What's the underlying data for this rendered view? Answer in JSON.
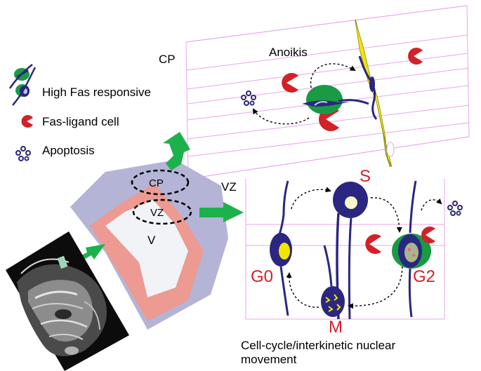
{
  "legend": {
    "high_fas": "High Fas responsive",
    "fas_ligand": "Fas-ligand cell",
    "apoptosis": "Apoptosis"
  },
  "cp_panel": {
    "zone_label": "CP",
    "title": "Anoikis"
  },
  "vz_panel": {
    "zone_label": "VZ",
    "phase_s": "S",
    "phase_g0": "G0",
    "phase_g2": "G2",
    "phase_m": "M",
    "caption_line1": "Cell-cycle/interkinetic nuclear",
    "caption_line2": "movement"
  },
  "brain_section": {
    "cp_label": "CP",
    "vz_label": "VZ",
    "v_label": "V"
  },
  "colors": {
    "cell_navy": "#2b2680",
    "nucleus_yellow": "#f2e600",
    "fas_ligand_red": "#d42027",
    "green": "#1a9a43",
    "arrow_green": "#1db14b",
    "brain_purple": "#b4b4d6",
    "brain_pink": "#ec9a92",
    "panel_grid": "#e7a6e8"
  }
}
